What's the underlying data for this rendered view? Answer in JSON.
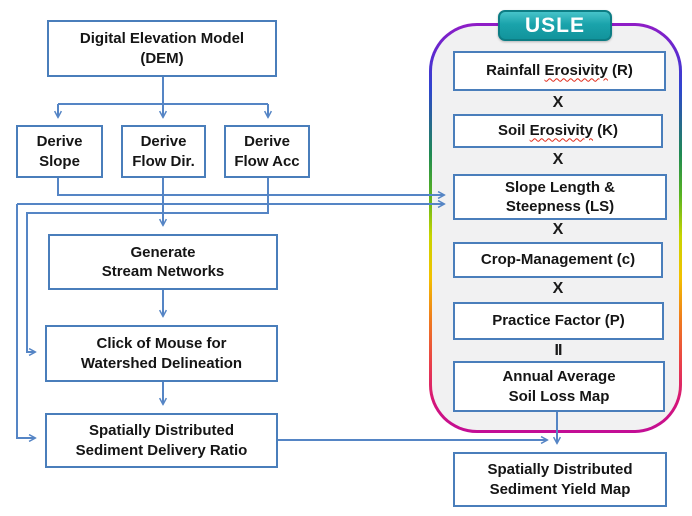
{
  "diagram_title": "DEM-based watershed delineation and USLE soil loss flowchart",
  "colors": {
    "box_border_blue": "#4a7ebb",
    "connector_blue": "#5585c5",
    "usle_fill_teal": "#1aa3ab",
    "usle_border_teal": "#0d7d84",
    "panel_background": "#f1f1f2",
    "squiggle_red": "#e02a1a",
    "rainbow_border": [
      "#911cc6",
      "#2f45cf",
      "#1f8a52",
      "#c8d400",
      "#f2c100",
      "#ef7d1d",
      "#e9404a",
      "#c20d96"
    ]
  },
  "boxes": {
    "dem": {
      "line1": "Digital Elevation Model",
      "line2": "(DEM)"
    },
    "derive_slope": {
      "line1": "Derive",
      "line2": "Slope"
    },
    "derive_flow_dir": {
      "line1": "Derive",
      "line2": "Flow Dir."
    },
    "derive_flow_acc": {
      "line1": "Derive",
      "line2": "Flow Acc"
    },
    "generate": {
      "line1": "Generate",
      "line2": "Stream Networks"
    },
    "click": {
      "line1": "Click of Mouse for",
      "line2": "Watershed Delineation"
    },
    "sdr": {
      "line1": "Spatially Distributed",
      "line2": "Sediment Delivery Ratio"
    },
    "yield": {
      "line1": "Spatially Distributed",
      "line2": "Sediment Yield Map"
    }
  },
  "usle": {
    "title": "USLE",
    "rainfall": {
      "pre": "Rainfall ",
      "word": "Erosivity",
      "post": " (R)"
    },
    "soil": {
      "pre": "Soil ",
      "word": "Erosivity",
      "post": " (K)"
    },
    "ls": {
      "line1": "Slope Length &",
      "line2": "Steepness (LS)"
    },
    "crop": {
      "label": "Crop-Management (c)"
    },
    "practice": {
      "label": "Practice Factor (P)"
    },
    "annual": {
      "line1": "Annual Average",
      "line2": "Soil Loss Map"
    },
    "multiply": "X",
    "equals": "II"
  }
}
